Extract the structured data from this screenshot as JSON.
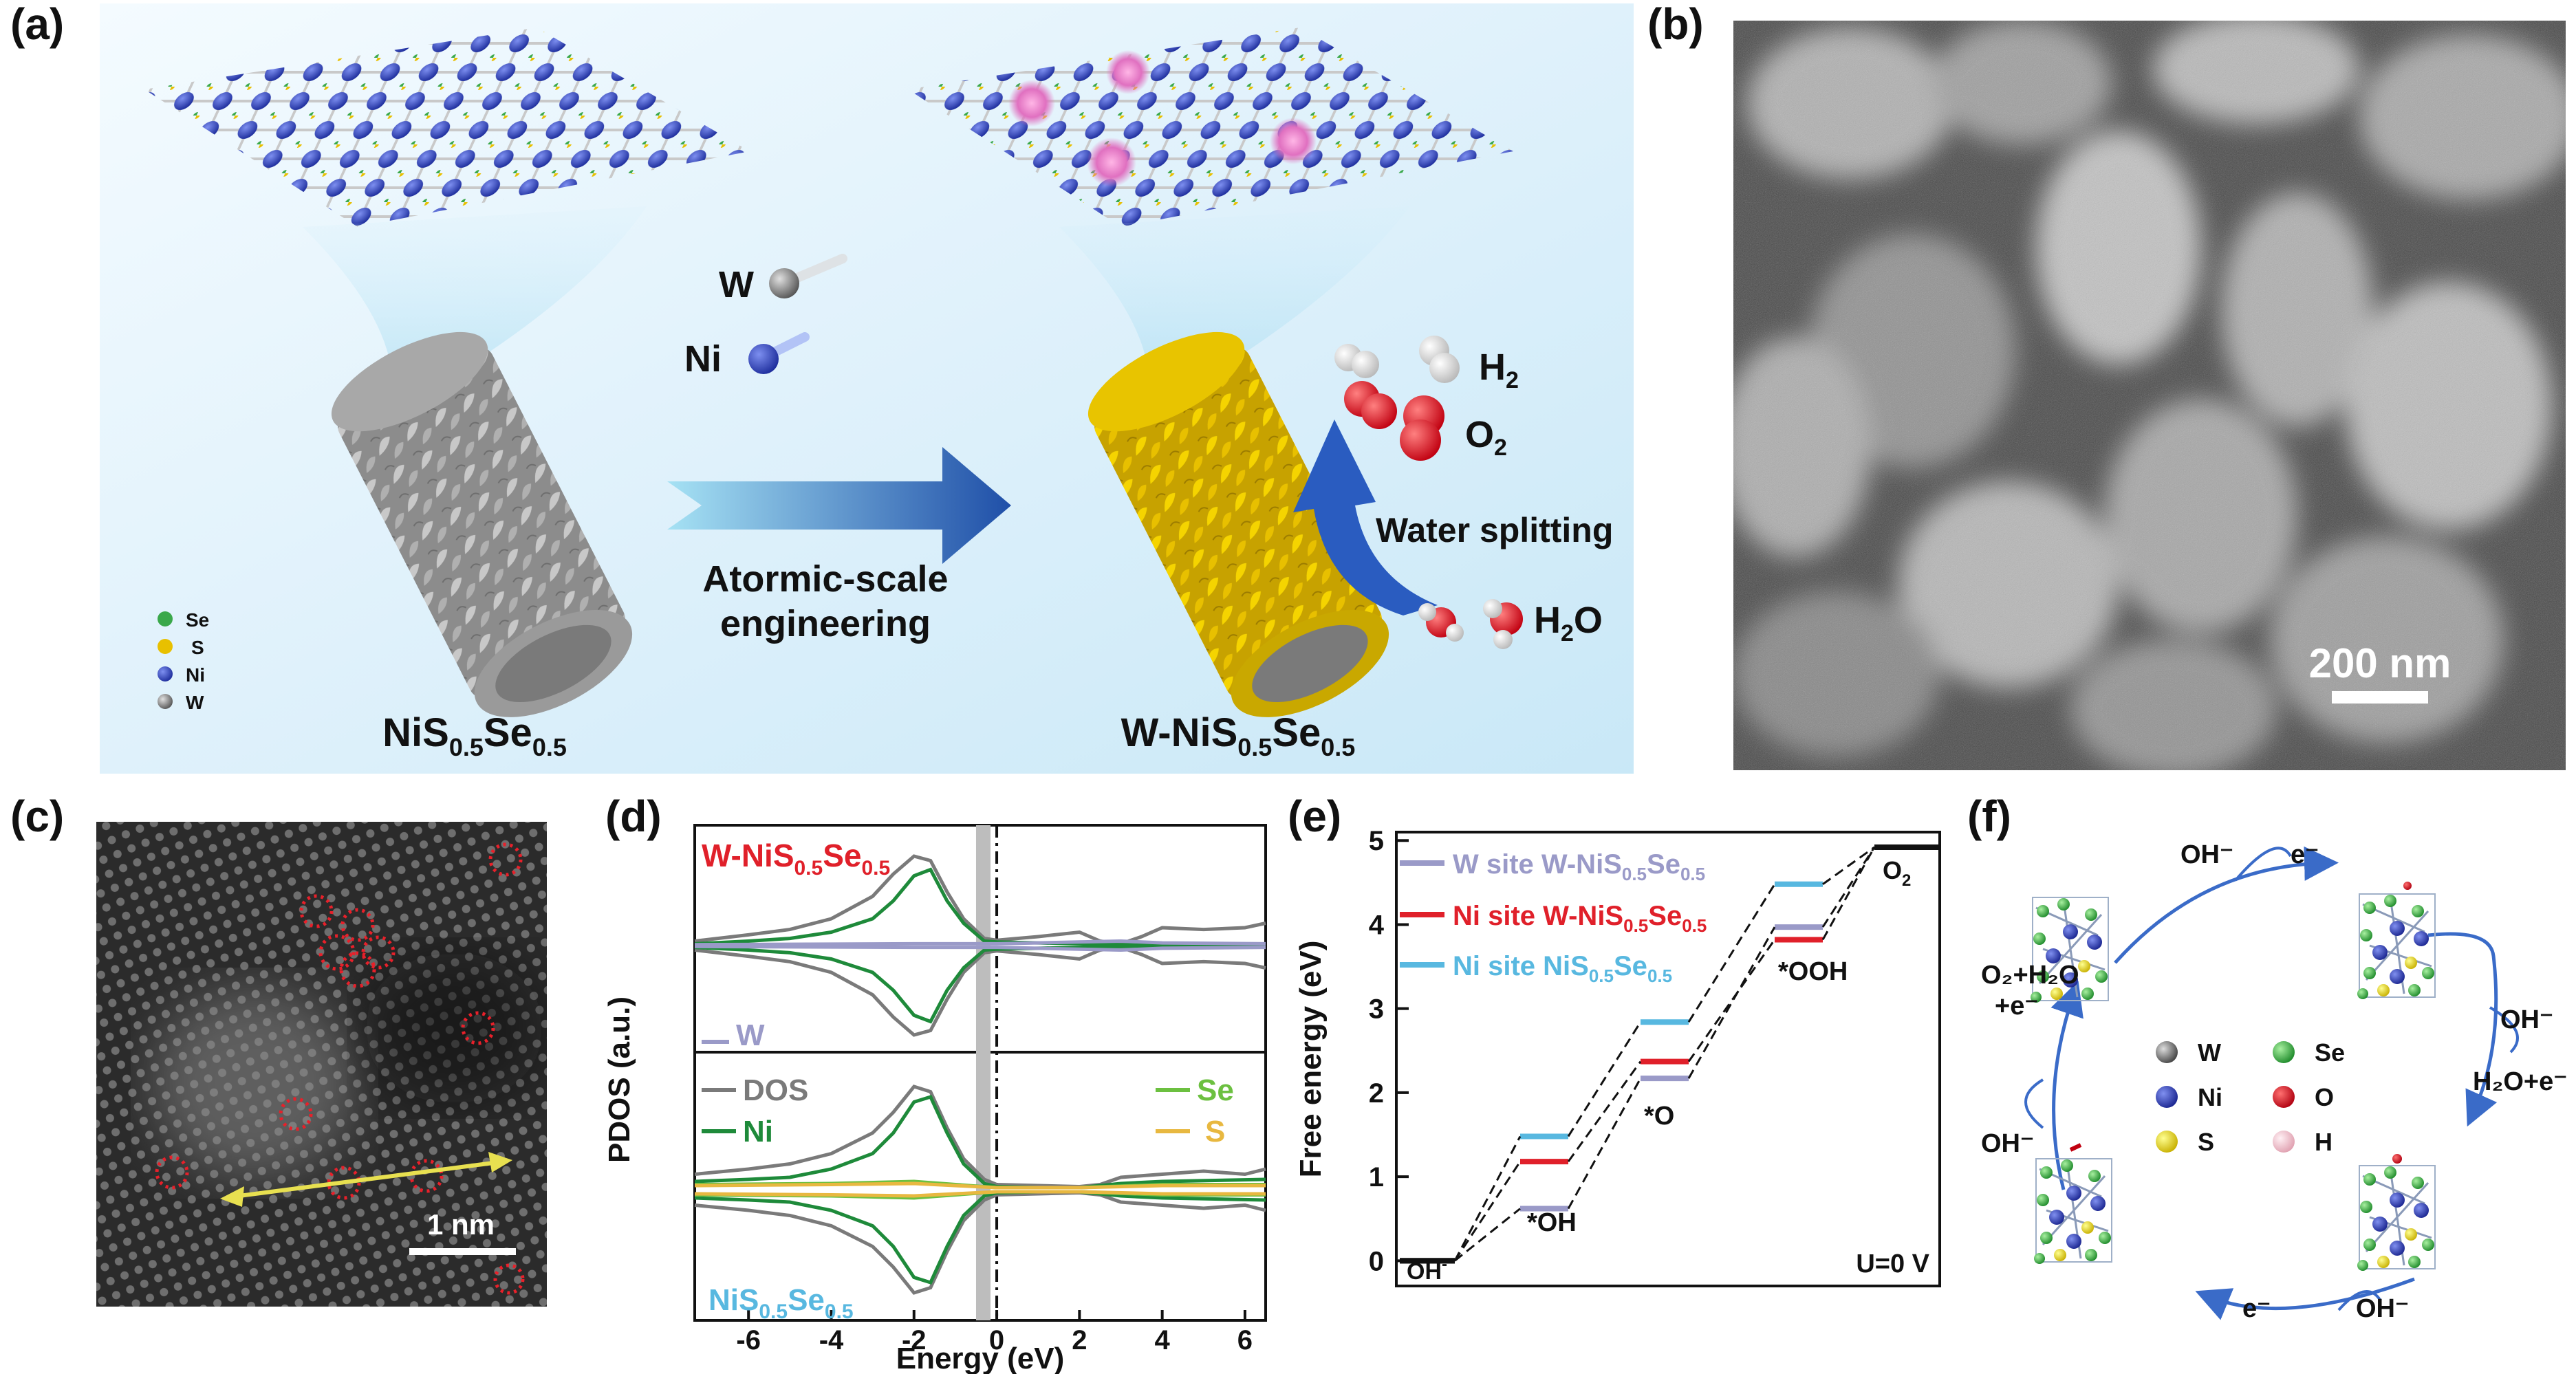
{
  "panels": {
    "a": {
      "label": "(a)",
      "atoms_incoming": [
        "W",
        "Ni"
      ],
      "products": [
        {
          "base": "H",
          "sub": "2"
        },
        {
          "base": "O",
          "sub": "2"
        }
      ],
      "reactant": {
        "base": "H",
        "sub": "2",
        "tail": "O"
      },
      "water_splitting": "Water splitting",
      "arrow_text_line1": "Atormic-scale",
      "arrow_text_line2": "engineering",
      "legend": [
        "Se",
        "S",
        "Ni",
        "W"
      ],
      "left_name": {
        "p1": "NiS",
        "s1": "0.5",
        "p2": "Se",
        "s2": "0.5"
      },
      "right_name": {
        "p1": "W-NiS",
        "s1": "0.5",
        "p2": "Se",
        "s2": "0.5"
      }
    },
    "b": {
      "label": "(b)",
      "scale_bar": "200 nm"
    },
    "c": {
      "label": "(c)",
      "scale_bar": "1 nm"
    },
    "d": {
      "label": "(d)",
      "top_title": {
        "p1": "W-NiS",
        "s1": "0.5",
        "p2": "Se",
        "s2": "0.5"
      },
      "w_label": "W",
      "legend": {
        "dos": "DOS",
        "ni": "Ni",
        "se": "Se",
        "s": "S"
      },
      "bottom_title": {
        "p1": "NiS",
        "s1": "0.5",
        "p2": "Se",
        "s2": "0.5"
      },
      "xlabel": "Energy (eV)",
      "ylabel": "PDOS (a.u.)",
      "xticks": [
        "-6",
        "-4",
        "-2",
        "0",
        "2",
        "4",
        "6"
      ]
    },
    "e": {
      "label": "(e)",
      "ylabel": "Free energy (eV)",
      "yticks": [
        "0",
        "1",
        "2",
        "3",
        "4",
        "5"
      ],
      "legend": [
        {
          "p1": "W site W-NiS",
          "s1": "0.5",
          "p2": "Se",
          "s2": "0.5"
        },
        {
          "p1": "Ni site W-NiS",
          "s1": "0.5",
          "p2": "Se",
          "s2": "0.5"
        },
        {
          "p1": "Ni site NiS",
          "s1": "0.5",
          "p2": "Se",
          "s2": "0.5"
        }
      ],
      "step_labels": {
        "oh_minus": "OH",
        "oh": "*OH",
        "o": "*O",
        "ooh": "*OOH",
        "o2": "O",
        "o2_sub": "2"
      },
      "condition": "U=0 V"
    },
    "f": {
      "label": "(f)",
      "cycle_labels": {
        "top_oh": "OH⁻",
        "top_e": "e⁻",
        "right_oh": "OH⁻",
        "right_prod": "H₂O+e⁻",
        "bottom_e": "e⁻",
        "bottom_oh": "OH⁻",
        "left_oh": "OH⁻",
        "left_prod1": "O₂+H₂O",
        "left_prod2": "+e⁻"
      },
      "legend": [
        "W",
        "Se",
        "Ni",
        "O",
        "S",
        "H"
      ]
    }
  },
  "colors": {
    "w_line": "#9a9ac8",
    "ni_line": "#e0202a",
    "nis_line": "#58b8e0",
    "dos_line": "#7a7a7a",
    "ni_pdos": "#1e8a3a",
    "se_pdos": "#6cc040",
    "s_pdos": "#e8b840",
    "w_pdos": "#9a9ac8",
    "accent_blue": "#3a6bc8"
  },
  "chart_data": [
    {
      "type": "line",
      "title": "",
      "xlabel": "Energy (eV)",
      "ylabel": "PDOS (a.u.)",
      "xlim": [
        -7.3,
        6.5
      ],
      "panels": [
        "W-NiS0.5Se0.5",
        "NiS0.5Se0.5"
      ],
      "series": [
        {
          "name": "DOS",
          "panel": "top",
          "x": [
            -7.3,
            -6,
            -5,
            -4,
            -3,
            -2.5,
            -2,
            -1.6,
            -1.2,
            -0.8,
            -0.3,
            0,
            1,
            2,
            2.5,
            3,
            3.5,
            4,
            5,
            6,
            6.5
          ],
          "y": [
            0.05,
            0.12,
            0.18,
            0.3,
            0.55,
            0.8,
            1.0,
            0.95,
            0.6,
            0.3,
            0.08,
            0.06,
            0.1,
            0.15,
            0.05,
            0.02,
            0.1,
            0.2,
            0.18,
            0.2,
            0.25
          ]
        },
        {
          "name": "Ni",
          "panel": "top",
          "x": [
            -7.3,
            -6,
            -5,
            -4,
            -3,
            -2.5,
            -2,
            -1.6,
            -1.2,
            -0.8,
            -0.3,
            0,
            1,
            2,
            3,
            4,
            6.5
          ],
          "y": [
            0.02,
            0.05,
            0.08,
            0.15,
            0.3,
            0.5,
            0.78,
            0.85,
            0.5,
            0.25,
            0.05,
            0.04,
            0.03,
            0.02,
            0.01,
            0.01,
            0.01
          ]
        },
        {
          "name": "W",
          "panel": "top",
          "x": [
            -7.3,
            -2,
            0,
            2,
            3,
            4,
            6.5
          ],
          "y": [
            0.01,
            0.02,
            0.02,
            0.04,
            0.05,
            0.03,
            0.02
          ]
        },
        {
          "name": "DOS",
          "panel": "bottom",
          "x": [
            -7.3,
            -6,
            -5,
            -4,
            -3,
            -2.5,
            -2,
            -1.6,
            -1.2,
            -0.8,
            -0.3,
            0,
            1,
            2,
            2.5,
            3,
            4,
            5,
            6,
            6.5
          ],
          "y": [
            0.15,
            0.2,
            0.25,
            0.35,
            0.55,
            0.75,
            1.0,
            0.95,
            0.6,
            0.3,
            0.1,
            0.05,
            0.04,
            0.03,
            0.05,
            0.12,
            0.15,
            0.18,
            0.15,
            0.2
          ]
        },
        {
          "name": "Ni",
          "panel": "bottom",
          "x": [
            -7.3,
            -6,
            -5,
            -4,
            -3,
            -2.5,
            -2,
            -1.6,
            -1.2,
            -0.8,
            -0.3,
            0,
            1,
            2,
            3,
            4,
            6.5
          ],
          "y": [
            0.08,
            0.1,
            0.12,
            0.2,
            0.35,
            0.55,
            0.85,
            0.9,
            0.55,
            0.25,
            0.06,
            0.03,
            0.02,
            0.02,
            0.06,
            0.08,
            0.1
          ]
        },
        {
          "name": "Se",
          "panel": "bottom",
          "x": [
            -7.3,
            -4,
            -2,
            0,
            2,
            4,
            6.5
          ],
          "y": [
            0.05,
            0.06,
            0.08,
            0.02,
            0.02,
            0.05,
            0.05
          ]
        },
        {
          "name": "S",
          "panel": "bottom",
          "x": [
            -7.3,
            -4,
            -2,
            0,
            2,
            4,
            6.5
          ],
          "y": [
            0.04,
            0.05,
            0.06,
            0.02,
            0.02,
            0.04,
            0.04
          ]
        }
      ]
    },
    {
      "type": "line",
      "title": "",
      "xlabel": "",
      "ylabel": "Free energy (eV)",
      "ylim": [
        -0.3,
        5.1
      ],
      "categories": [
        "OH-",
        "*OH",
        "*O",
        "*OOH",
        "O2"
      ],
      "series": [
        {
          "name": "W site W-NiS0.5Se0.5",
          "values": [
            0,
            0.62,
            2.17,
            3.97,
            4.92
          ]
        },
        {
          "name": "Ni site W-NiS0.5Se0.5",
          "values": [
            0,
            1.18,
            2.37,
            3.82,
            4.92
          ]
        },
        {
          "name": "Ni site NiS0.5Se0.5",
          "values": [
            0,
            1.48,
            2.84,
            4.48,
            4.92
          ]
        }
      ]
    }
  ]
}
